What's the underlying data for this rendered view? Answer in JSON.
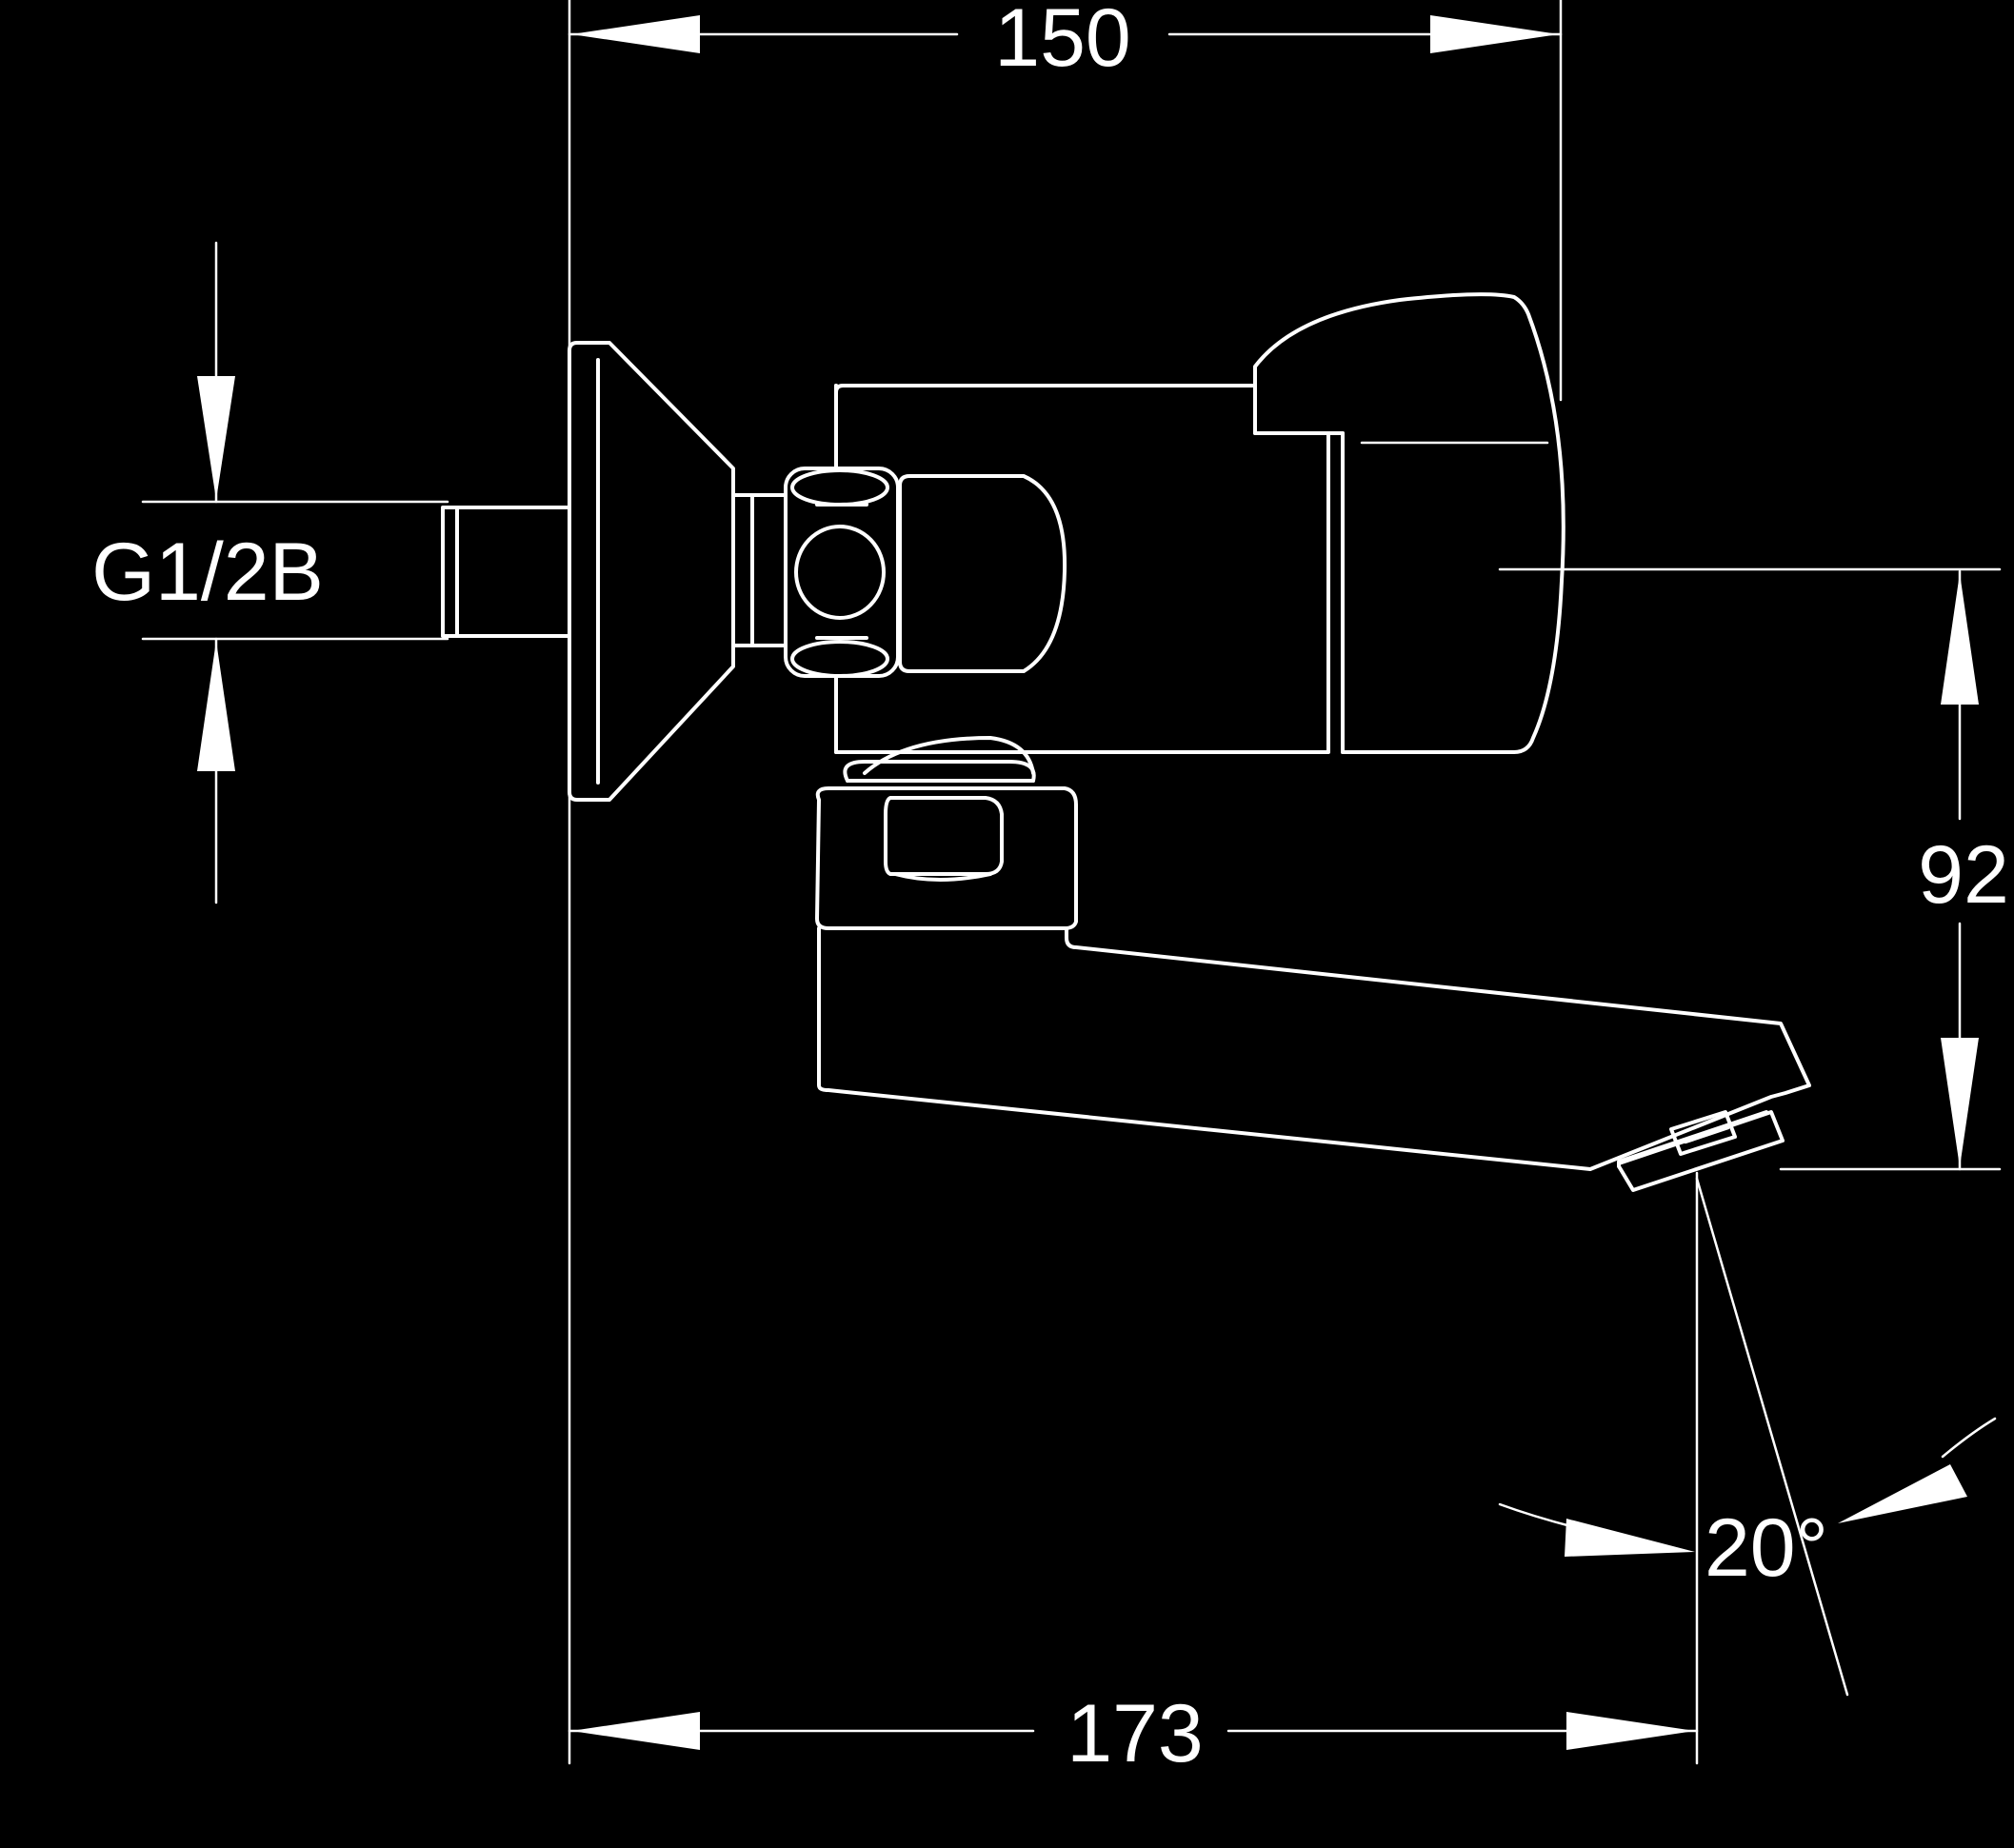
{
  "diagram": {
    "dimensions": {
      "top_width": "150",
      "bottom_width": "173",
      "right_height": "92",
      "connection_thread": "G1/2B",
      "spout_angle": "20°"
    }
  },
  "colors": {
    "background": "#000000",
    "lines": "#ffffff"
  }
}
